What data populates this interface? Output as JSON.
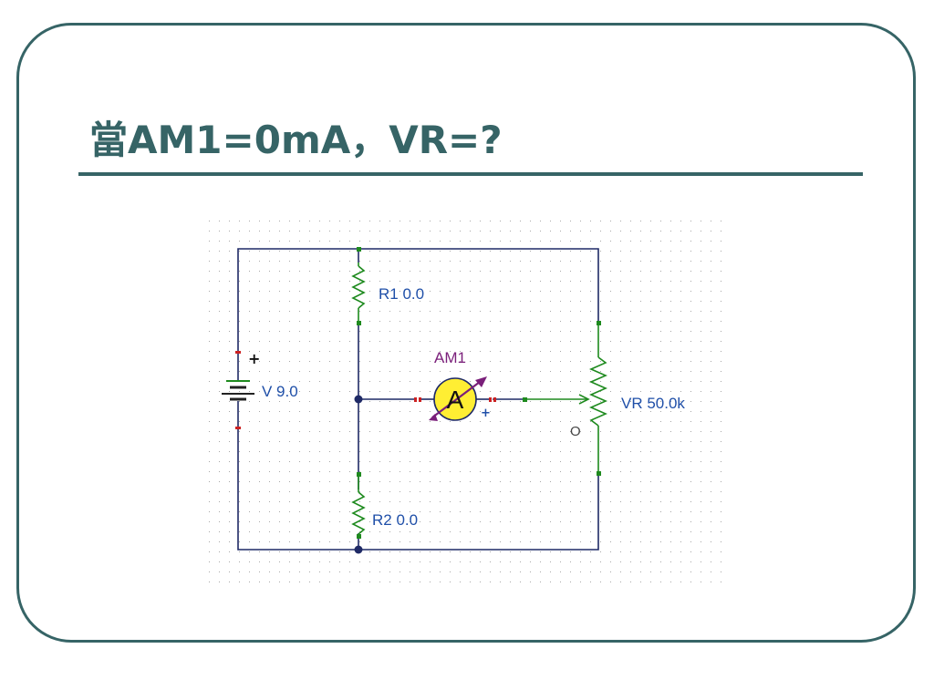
{
  "slide": {
    "title": "當AM1=0mA，VR=?"
  },
  "circuit": {
    "battery": {
      "label": "V 9.0",
      "plus_sign": "+"
    },
    "r1": {
      "label": "R1 0.0"
    },
    "r2": {
      "label": "R2 0.0"
    },
    "ammeter": {
      "name": "AM1",
      "symbol": "A",
      "plus_sign": "+"
    },
    "vr": {
      "label": "VR 50.0k",
      "end_mark": "O"
    }
  },
  "colors": {
    "frame": "#366466",
    "wire_blue": "#1f2a66",
    "wire_green": "#1e8a1e",
    "terminal_red": "#cc2222",
    "meter_fill": "#ffee33",
    "meter_accent": "#7a1f7a",
    "label_blue": "#1f4fa8"
  }
}
